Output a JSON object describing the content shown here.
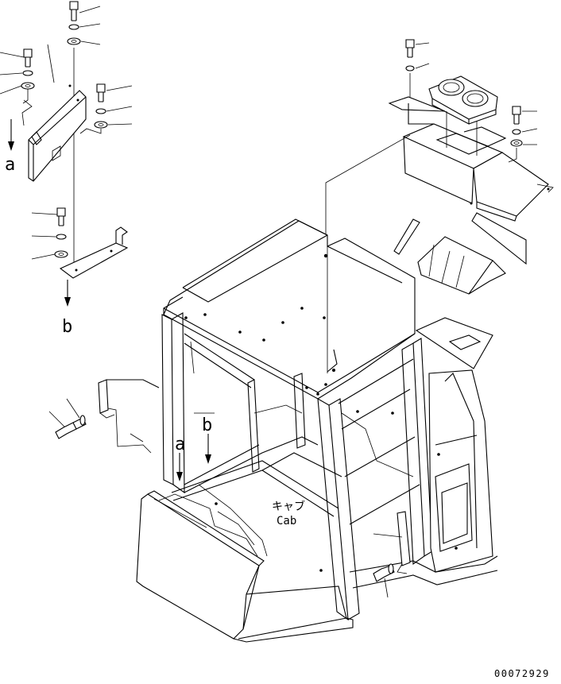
{
  "labels": {
    "cab_japanese": "キャブ",
    "cab_english": "Cab",
    "arrow_a": "a",
    "arrow_b": "b",
    "drawing_number": "00072929"
  }
}
